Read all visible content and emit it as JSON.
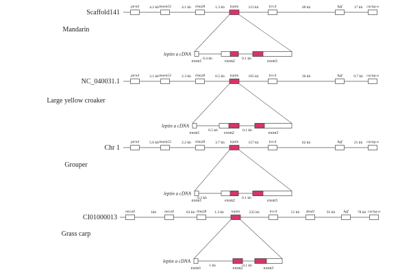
{
  "colors": {
    "exon": "#d63566",
    "line": "#555555",
    "box_stroke": "#444444",
    "text": "#222222"
  },
  "panels": [
    {
      "species": "Mandarin",
      "scaffold": "Scaffold141",
      "genes": [
        "ptrn4",
        "tmem53",
        "rbm28",
        "leptin",
        "lrrc4",
        "hgf",
        "cacng-a"
      ],
      "distances": [
        "4.2 kb",
        "4.1 kb",
        "1.3 kb",
        "113 kb",
        "48 kb",
        "17 kb"
      ],
      "cdna": "leptin a cDNA",
      "exon1": "exon1",
      "exon2": "exon2",
      "exon3": "exon3",
      "intron1": "0.4 kb",
      "intron2": "0.1 kb"
    },
    {
      "species": "Large yellow croaker",
      "scaffold": "NC_040031.1",
      "genes": [
        "ptrn4",
        "tmem53",
        "rbm28",
        "leptin",
        "lrrc4",
        "hgf",
        "cacng-a"
      ],
      "distances": [
        "3.1 kb",
        "2.3 kb",
        "0.5 kb",
        "105 kb",
        "36 kb",
        "9.7 kb"
      ],
      "cdna": "leptin a cDNA",
      "exon1": "exon1",
      "exon2": "exon2",
      "exon3": "exon3",
      "intron1": "0.5 kb",
      "intron2": "0.1 kb"
    },
    {
      "species": "Grouper",
      "scaffold": "Chr 1",
      "genes": [
        "ptrn4",
        "tmem53",
        "rbm28",
        "leptin",
        "lrrc4",
        "hgf",
        "cacng-a"
      ],
      "distances": [
        "5.6 kb",
        "2.2 kb",
        "3.7 kb",
        "157 kb",
        "62 kb",
        "21 kb"
      ],
      "cdna": "leptin a cDNA",
      "exon1": "exon1",
      "exon2": "exon2",
      "exon3": "exon3",
      "intron1": "0.3 kb",
      "intron2": "0.1 kb"
    },
    {
      "species": "Grass carp",
      "scaffold": "CI01000013",
      "genes": [
        "micall",
        "micall",
        "rbm28",
        "leptin",
        "lrrc4",
        "zbed1",
        "hgf",
        "cacng-a"
      ],
      "distances": [
        "1kb",
        "63 kb",
        "1.3 kb",
        "235 kb",
        "51 kb",
        "91 kb",
        "78 kb"
      ],
      "cdna": "leptin a cDNA",
      "exon1": "exon1",
      "exon2": "exon2",
      "exon3": "exon3",
      "intron1": "1 kb",
      "intron2": "0.1 kb"
    }
  ]
}
